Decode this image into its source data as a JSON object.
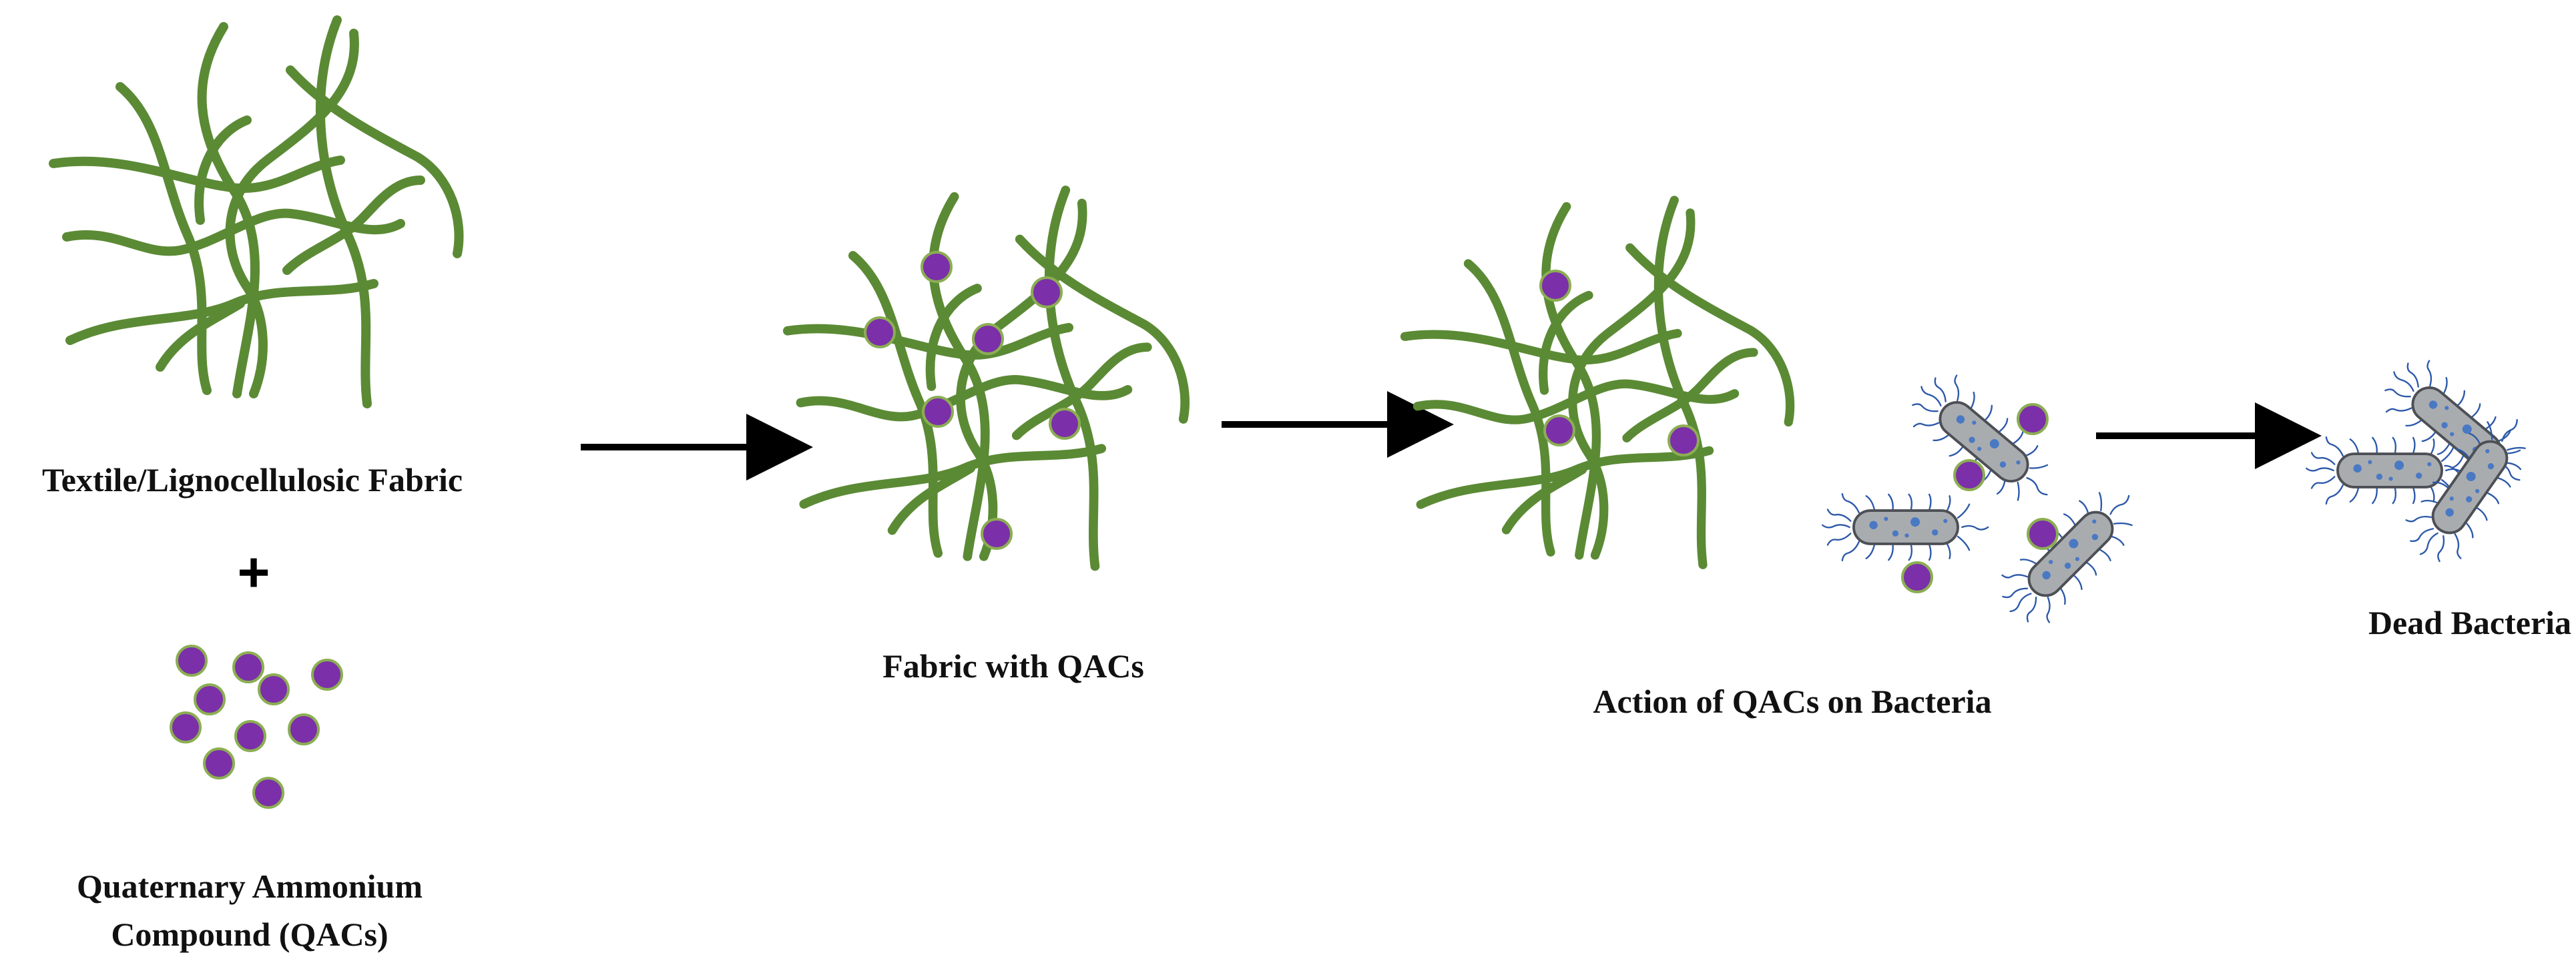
{
  "colors": {
    "fiber": "#5B8A35",
    "qac_fill": "#7B2FA8",
    "qac_outline": "#8BAE52",
    "bacterium_fill": "#A9ACAF",
    "bacterium_outline": "#4C4F55",
    "bacterium_dots": "#4A79C4",
    "flagella": "#2C58A8",
    "arrow": "#000000",
    "text": "#111111"
  },
  "labels": {
    "raw_fabric": "Textile/Lignocellulosic Fabric",
    "plus": "+",
    "qac_line1": "Quaternary Ammonium",
    "qac_line2": "Compound (QACs)",
    "fabric_qacs": "Fabric with QACs",
    "action": "Action of QACs on Bacteria",
    "dead": "Dead Bacteria"
  }
}
